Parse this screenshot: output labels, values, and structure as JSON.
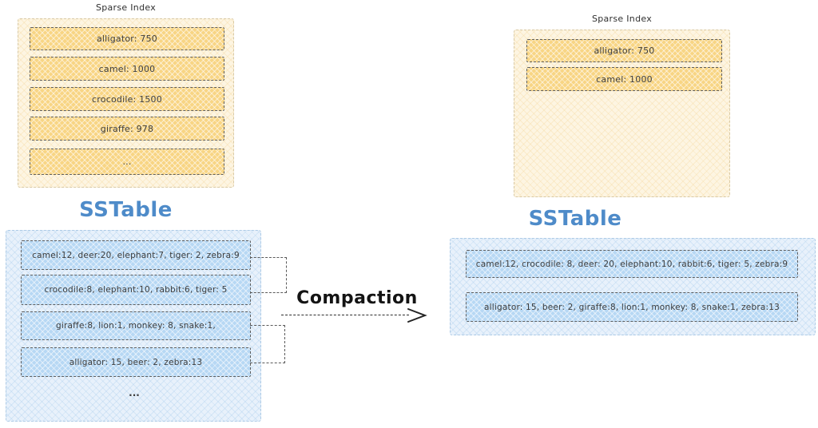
{
  "palette": {
    "orange_fill": "#f8d584",
    "cream_fill": "#fdf5e2",
    "blue_fill": "#b7d8f4",
    "light_blue_fill": "#e8f1fb",
    "row_border": "#5f5f5f",
    "sstable_label_color": "#4e8bc9",
    "text_color": "#3d3d3d",
    "arrow_color": "#2e2e2e"
  },
  "left": {
    "sparse_index": {
      "title": "Sparse Index",
      "rows": [
        "alligator: 750",
        "camel: 1000",
        "crocodile: 1500",
        "giraffe: 978",
        "..."
      ]
    },
    "sstable_label": "SSTable",
    "sstable": {
      "rows": [
        "camel:12, deer:20, elephant:7, tiger: 2, zebra:9",
        "crocodile:8, elephant:10, rabbit:6, tiger: 5",
        "giraffe:8, lion:1, monkey: 8, snake:1,",
        "alligator: 15, beer: 2, zebra:13"
      ],
      "ellipsis": "..."
    }
  },
  "compaction": {
    "label": "Compaction"
  },
  "right": {
    "sparse_index": {
      "title": "Sparse Index",
      "rows": [
        "alligator: 750",
        "camel: 1000"
      ]
    },
    "sstable_label": "SSTable",
    "sstable": {
      "rows": [
        "camel:12, crocodile: 8, deer: 20, elephant:10, rabbit:6, tiger: 5, zebra:9",
        "alligator: 15, beer: 2, giraffe:8, lion:1, monkey: 8, snake:1, zebra:13"
      ]
    }
  }
}
